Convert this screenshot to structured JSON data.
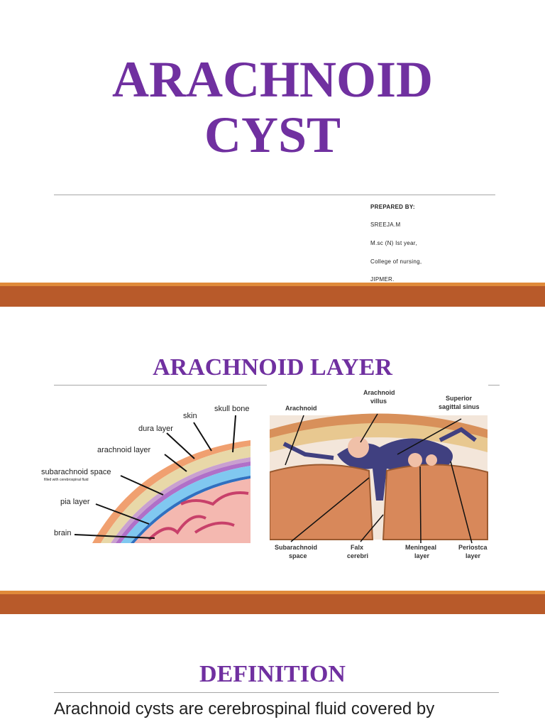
{
  "slide1": {
    "title_line1": "ARACHNOID",
    "title_line2": "CYST",
    "author": {
      "prepared_by": "PREPARED BY:",
      "name": "SREEJA.M",
      "course": "M.sc (N) Ist year,",
      "college": "College of nursing,",
      "institute": "JIPMER."
    }
  },
  "slide2": {
    "title": "ARACHNOID LAYER",
    "left_diagram": {
      "skin": "skin",
      "skull_bone": "skull bone",
      "dura_layer": "dura layer",
      "arachnoid_layer": "arachnoid layer",
      "subarachnoid_space": "subarachnoid space",
      "subarachnoid_note": "filled with cerebrospinal fluid",
      "pia_layer": "pia layer",
      "brain": "brain"
    },
    "right_diagram": {
      "arachnoid": "Arachnoid",
      "arachnoid_villus_1": "Arachnoid",
      "arachnoid_villus_2": "villus",
      "superior_1": "Superior",
      "superior_2": "sagittal sinus",
      "subarachnoid_1": "Subarachnoid",
      "subarachnoid_2": "space",
      "falx_1": "Falx",
      "falx_2": "cerebri",
      "meningeal_1": "Meningeal",
      "meningeal_2": "layer",
      "periosteal_1": "Periostca",
      "periosteal_2": "layer"
    }
  },
  "slide3": {
    "title": "DEFINITION",
    "body": "Arachnoid cysts are cerebrospinal fluid covered by"
  },
  "colors": {
    "title_purple": "#7030a0",
    "band_orange": "#b85a2a",
    "band_light": "#e08a3a"
  }
}
